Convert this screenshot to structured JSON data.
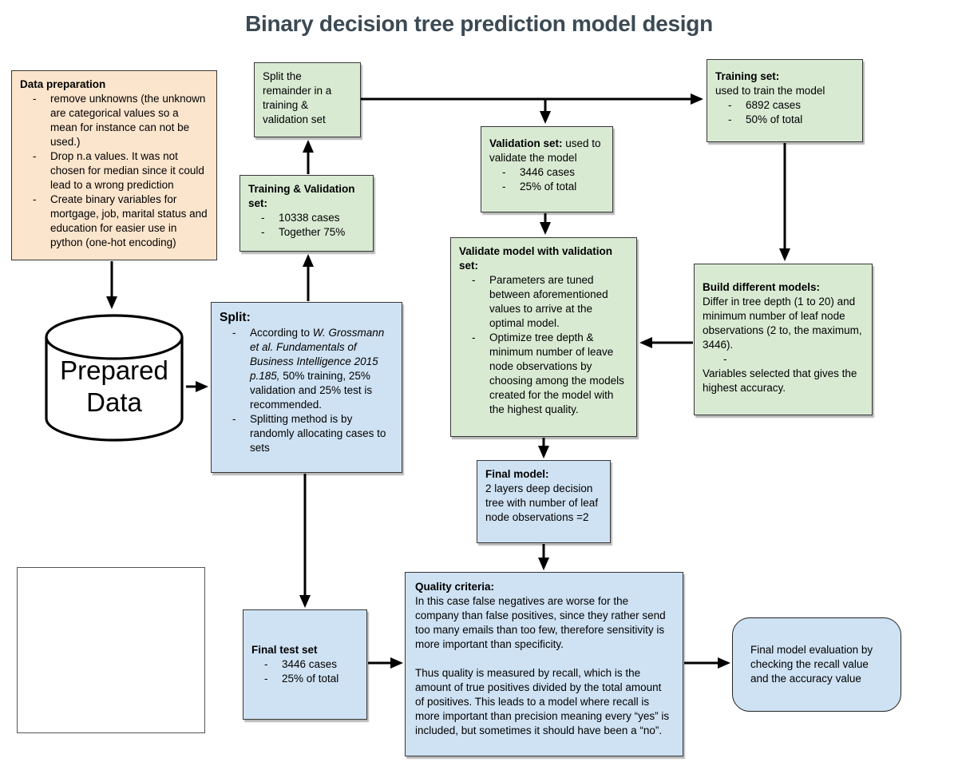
{
  "title": "Binary decision tree prediction model design",
  "bullet": "-",
  "colors": {
    "green_fill": "#d9ead3",
    "blue_fill": "#cfe2f3",
    "orange_fill": "#fce5cd",
    "title_text": "#3b4a54",
    "border": "#373737",
    "arrow": "#000000"
  },
  "boxes": {
    "data_preparation": {
      "heading": "Data preparation",
      "items": [
        "remove unknowns (the unknown are categorical values so a mean for instance can not be used.)",
        "Drop n.a values. It was not chosen for median since it could lead to a wrong prediction",
        "Create binary variables for mortgage, job, marital status and education for easier use in python (one-hot encoding)"
      ]
    },
    "split_remainder": {
      "text": "Split the remainder in a training & validation set"
    },
    "training_set": {
      "heading": "Training set:",
      "subtext": "used to train the model",
      "items": [
        "6892 cases",
        "50% of total"
      ]
    },
    "validation_set": {
      "heading": "Validation set:",
      "subtext": " used to validate the model",
      "items": [
        "3446 cases",
        "25% of total"
      ]
    },
    "training_validation_set": {
      "heading": "Training & Validation set:",
      "items": [
        "10338 cases",
        "Together 75%"
      ]
    },
    "prepared_data": {
      "line1": "Prepared",
      "line2": "Data"
    },
    "split": {
      "heading": "Split:",
      "item1_pre": "According to ",
      "item1_italic": "W. Grossmann et al. Fundamentals of Business Intelligence 2015 p.185,",
      "item1_post": " 50% training, 25% validation and 25% test is recommended.",
      "item2": "Splitting method is by randomly allocating cases to sets"
    },
    "validate_model": {
      "heading": "Validate model with validation set:",
      "items": [
        "Parameters are tuned between aforementioned values to arrive at the optimal model.",
        "Optimize tree depth & minimum number of leave node observations by choosing among the models created for the model with the highest quality."
      ]
    },
    "build_models": {
      "heading": "Build different models:",
      "para1": "Differ in tree depth (1 to 20) and minimum number of leaf node observations (2 to, the maximum, 3446).",
      "lone_dash": "-",
      "para2": "Variables selected that gives the highest accuracy."
    },
    "final_model": {
      "heading": "Final model:",
      "text": "2 layers deep decision tree with number of leaf node observations =2"
    },
    "final_test_set": {
      "heading": "Final test set",
      "items": [
        "3446 cases",
        "25% of total"
      ]
    },
    "quality_criteria": {
      "heading": "Quality criteria:",
      "para1": "In this case false negatives are worse for the company than false positives, since they rather send too many emails than too few, therefore sensitivity is more important than specificity.",
      "para2": "Thus quality is measured by recall, which is the amount of true positives divided by the total amount of positives. This leads to a model where recall is more important than precision meaning every “yes” is included, but sometimes it should have been a “no”."
    },
    "final_evaluation": {
      "text": "Final model evaluation by checking the recall value and the accuracy value"
    }
  }
}
